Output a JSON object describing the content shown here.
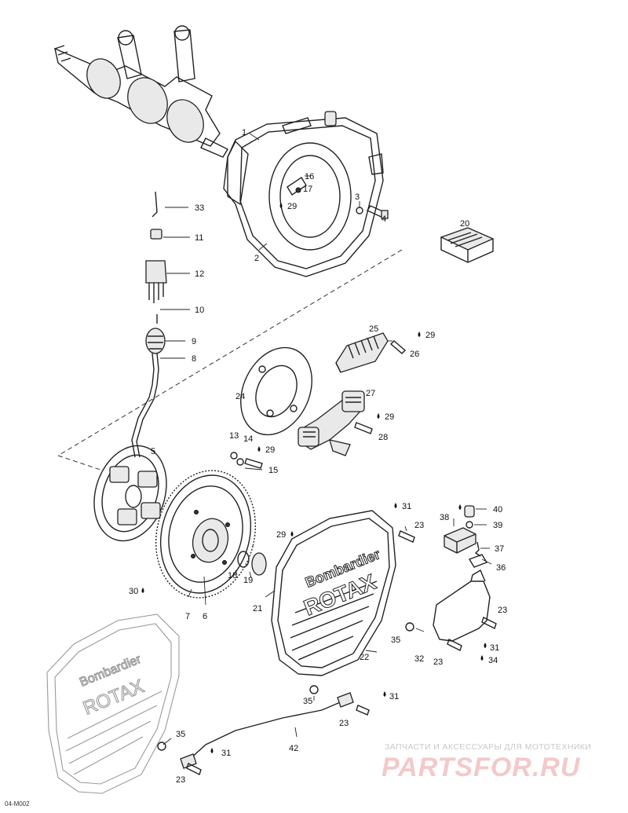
{
  "diagram": {
    "labels": {
      "p1": "1",
      "p2": "2",
      "p3": "3",
      "p4": "4",
      "p5": "5",
      "p6": "6",
      "p7": "7",
      "p8": "8",
      "p9": "9",
      "p10": "10",
      "p11": "11",
      "p12": "12",
      "p13": "13",
      "p14": "14",
      "p15": "15",
      "p16": "16",
      "p17": "17",
      "p18": "18",
      "p19": "19",
      "p20": "20",
      "p21": "21",
      "p22": "22",
      "p23": "23",
      "p24": "24",
      "p25": "25",
      "p26": "26",
      "p27": "27",
      "p28": "28",
      "p29": "29",
      "p30": "30",
      "p31": "31",
      "p32": "32",
      "p33": "33",
      "p34": "34",
      "p35": "35",
      "p36": "36",
      "p37": "37",
      "p38": "38",
      "p39": "39",
      "p40": "40",
      "p42": "42"
    },
    "cover_brand": {
      "line1": "Bombardier",
      "line2": "ROTAX"
    },
    "drawing_code": "04-M002"
  },
  "watermark": {
    "tagline": "ЗАПЧАСТИ И АКСЕССУАРЫ ДЛЯ МОТОТЕХНИКИ",
    "site": "PARTSFOR.RU"
  },
  "colors": {
    "ink": "#222222",
    "watermark_red": "#f3c9c9",
    "watermark_gray": "#c9c9c9"
  }
}
